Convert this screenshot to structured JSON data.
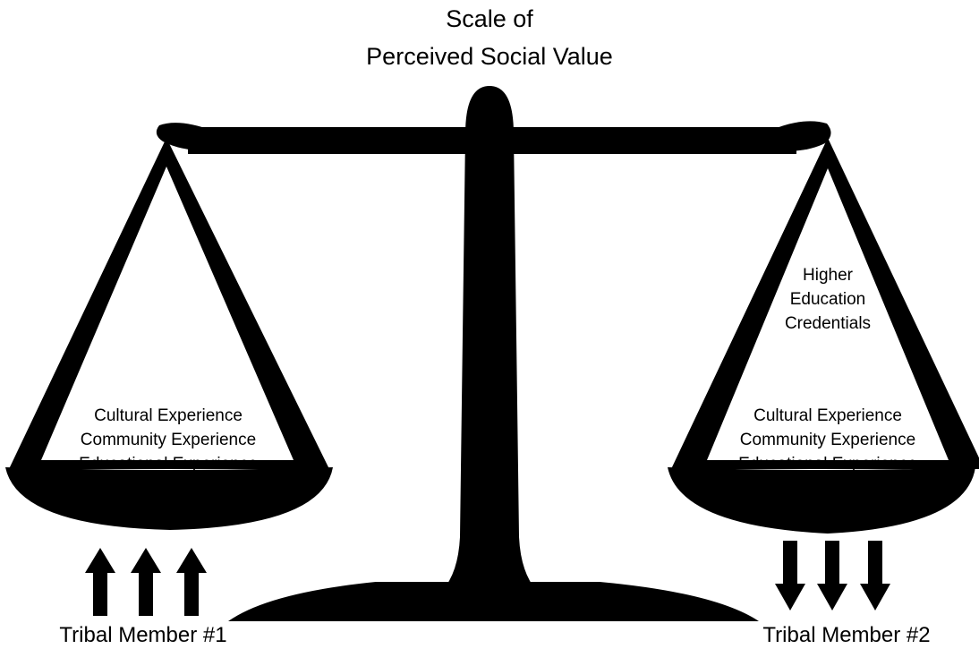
{
  "title": {
    "line1": "Scale of",
    "line2": "Perceived Social Value"
  },
  "left_pan": {
    "lines": [
      "Cultural Experience",
      "Community Experience",
      "Educational Experience"
    ]
  },
  "right_pan": {
    "extra_lines": [
      "Higher",
      "Education",
      "Credentials"
    ],
    "lines": [
      "Cultural Experience",
      "Community Experience",
      "Educational Experience"
    ]
  },
  "arrows": {
    "left_direction": "up",
    "left_count": 3,
    "right_direction": "down",
    "right_count": 3
  },
  "members": {
    "left": "Tribal Member #1",
    "right": "Tribal Member #2"
  },
  "colors": {
    "ink": "#000000",
    "background": "#ffffff"
  }
}
